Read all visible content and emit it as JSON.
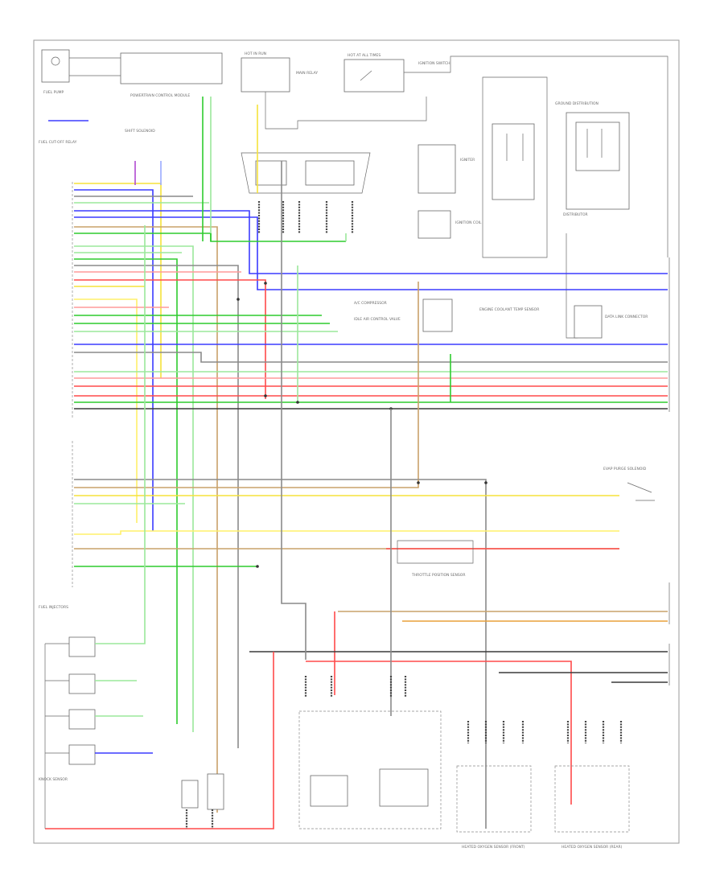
{
  "diagram": {
    "title_footer": "",
    "labels": {
      "fuel_pump_block": "FUEL PUMP",
      "pcm_block": "POWERTRAIN CONTROL MODULE",
      "fuel_cutoff_relay": "FUEL CUT-OFF RELAY",
      "shift_solenoid": "SHIFT SOLENOID",
      "ignition_switch": "IGNITION SWITCH",
      "main_relay": "MAIN RELAY",
      "hot_in_run": "HOT IN RUN",
      "hot_at_all_times": "HOT AT ALL TIMES",
      "distributor": "DISTRIBUTOR",
      "ignition_coil": "IGNITION COIL",
      "igniter": "IGNITER",
      "ground_distribution": "GROUND DISTRIBUTION",
      "data_link_connector": "DATA LINK CONNECTOR",
      "ac_compressor": "A/C COMPRESSOR",
      "engine_coolant_temp": "ENGINE COOLANT TEMP SENSOR",
      "throttle_position": "THROTTLE POSITION SENSOR",
      "oxygen_sensor_front": "HEATED OXYGEN SENSOR (FRONT)",
      "oxygen_sensor_rear": "HEATED OXYGEN SENSOR (REAR)",
      "knock_sensor": "KNOCK SENSOR",
      "fuel_injectors": "FUEL INJECTORS",
      "evap_purge": "EVAP PURGE SOLENOID",
      "idle_air_control": "IDLE AIR CONTROL VALVE"
    },
    "wire_colors": {
      "blue": "#3b3bff",
      "green": "#2ecc2e",
      "light_green": "#9be89b",
      "red": "#ff4a4a",
      "pink": "#ff9a9a",
      "yellow": "#f5e23a",
      "light_yellow": "#fff06a",
      "orange": "#e8a03a",
      "tan": "#c9a26a",
      "gray": "#8a8a8a",
      "dark": "#3a3a3a",
      "purple": "#b04ad0",
      "light_blue": "#9aaaff"
    }
  }
}
